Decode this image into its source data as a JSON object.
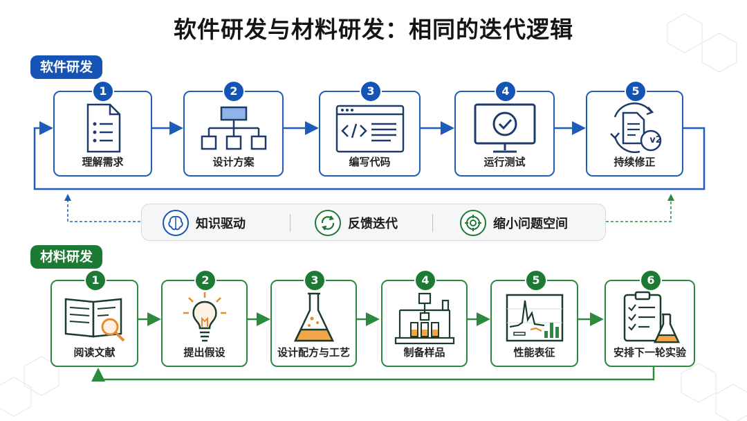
{
  "title": "软件研发与材料研发：相同的迭代逻辑",
  "software": {
    "label": "软件研发",
    "steps": [
      {
        "num": "1",
        "label": "理解需求",
        "icon": "document-list-icon"
      },
      {
        "num": "2",
        "label": "设计方案",
        "icon": "hierarchy-diagram-icon"
      },
      {
        "num": "3",
        "label": "编写代码",
        "icon": "code-window-icon"
      },
      {
        "num": "4",
        "label": "运行测试",
        "icon": "monitor-check-icon"
      },
      {
        "num": "5",
        "label": "持续修正",
        "icon": "document-cycle-v2-icon",
        "badge": "v2"
      }
    ]
  },
  "principles": [
    {
      "label": "知识驱动",
      "icon": "brain-icon"
    },
    {
      "label": "反馈迭代",
      "icon": "cycle-arrows-icon"
    },
    {
      "label": "缩小问题空间",
      "icon": "target-icon"
    }
  ],
  "materials": {
    "label": "材料研发",
    "steps": [
      {
        "num": "1",
        "label": "阅读文献",
        "icon": "book-magnifier-icon"
      },
      {
        "num": "2",
        "label": "提出假设",
        "icon": "lightbulb-icon"
      },
      {
        "num": "3",
        "label": "设计配方与工艺",
        "icon": "flask-icon"
      },
      {
        "num": "4",
        "label": "制备样品",
        "icon": "lab-equipment-icon"
      },
      {
        "num": "5",
        "label": "性能表征",
        "icon": "spectrum-chart-icon"
      },
      {
        "num": "6",
        "label": "安排下一轮实验",
        "icon": "checklist-flask-icon"
      }
    ]
  },
  "colors": {
    "software_accent": "#1554b4",
    "materials_accent": "#1d7a34",
    "highlight_orange": "#e8892b"
  }
}
